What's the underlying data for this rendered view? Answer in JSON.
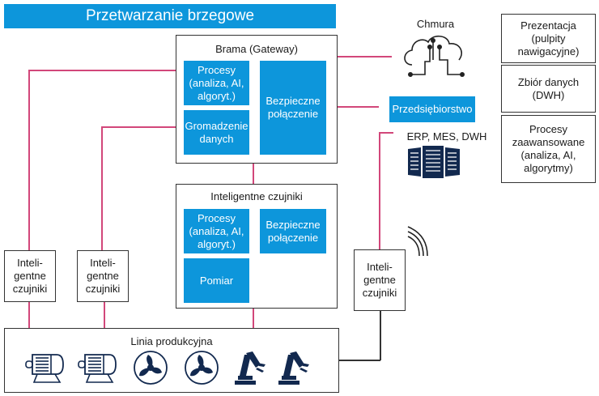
{
  "header": {
    "title": "Przetwarzanie brzegowe"
  },
  "gateway": {
    "title": "Brama (Gateway)",
    "processes": "Procesy (analiza, AI, algoryt.)",
    "data_collection": "Gromadzenie danych",
    "secure_connection": "Bezpieczne połączenie"
  },
  "smart_sensors_main": {
    "title": "Inteligentne czujniki",
    "processes": "Procesy (analiza, AI, algoryt.)",
    "secure_connection": "Bezpieczne połączenie",
    "measurement": "Pomiar"
  },
  "small_sensors": [
    {
      "label": "Inteli- gentne czujniki"
    },
    {
      "label": "Inteli- gentne czujniki"
    },
    {
      "label": "Inteli- gentne czujniki"
    }
  ],
  "cloud": {
    "label": "Chmura",
    "icon": "cloud-circuit-icon"
  },
  "enterprise": {
    "label": "Przedsiębiorstwo",
    "systems": "ERP, MES, DWH",
    "icon": "server-rack-icon"
  },
  "right_panel": [
    {
      "label": "Prezentacja (pulpity nawigacyjne)"
    },
    {
      "label": "Zbiór danych (DWH)"
    },
    {
      "label": "Procesy zaawansowane (analiza, AI, algorytmy)"
    }
  ],
  "production_line": {
    "title": "Linia produkcyjna",
    "machines": [
      "electric-motor-icon",
      "electric-motor-icon",
      "fan-icon",
      "fan-icon",
      "robot-arm-icon",
      "robot-arm-icon"
    ]
  },
  "colors": {
    "accent_blue": "#0d96db",
    "connector_pink": "#d2477a",
    "icon_navy": "#12294f"
  }
}
